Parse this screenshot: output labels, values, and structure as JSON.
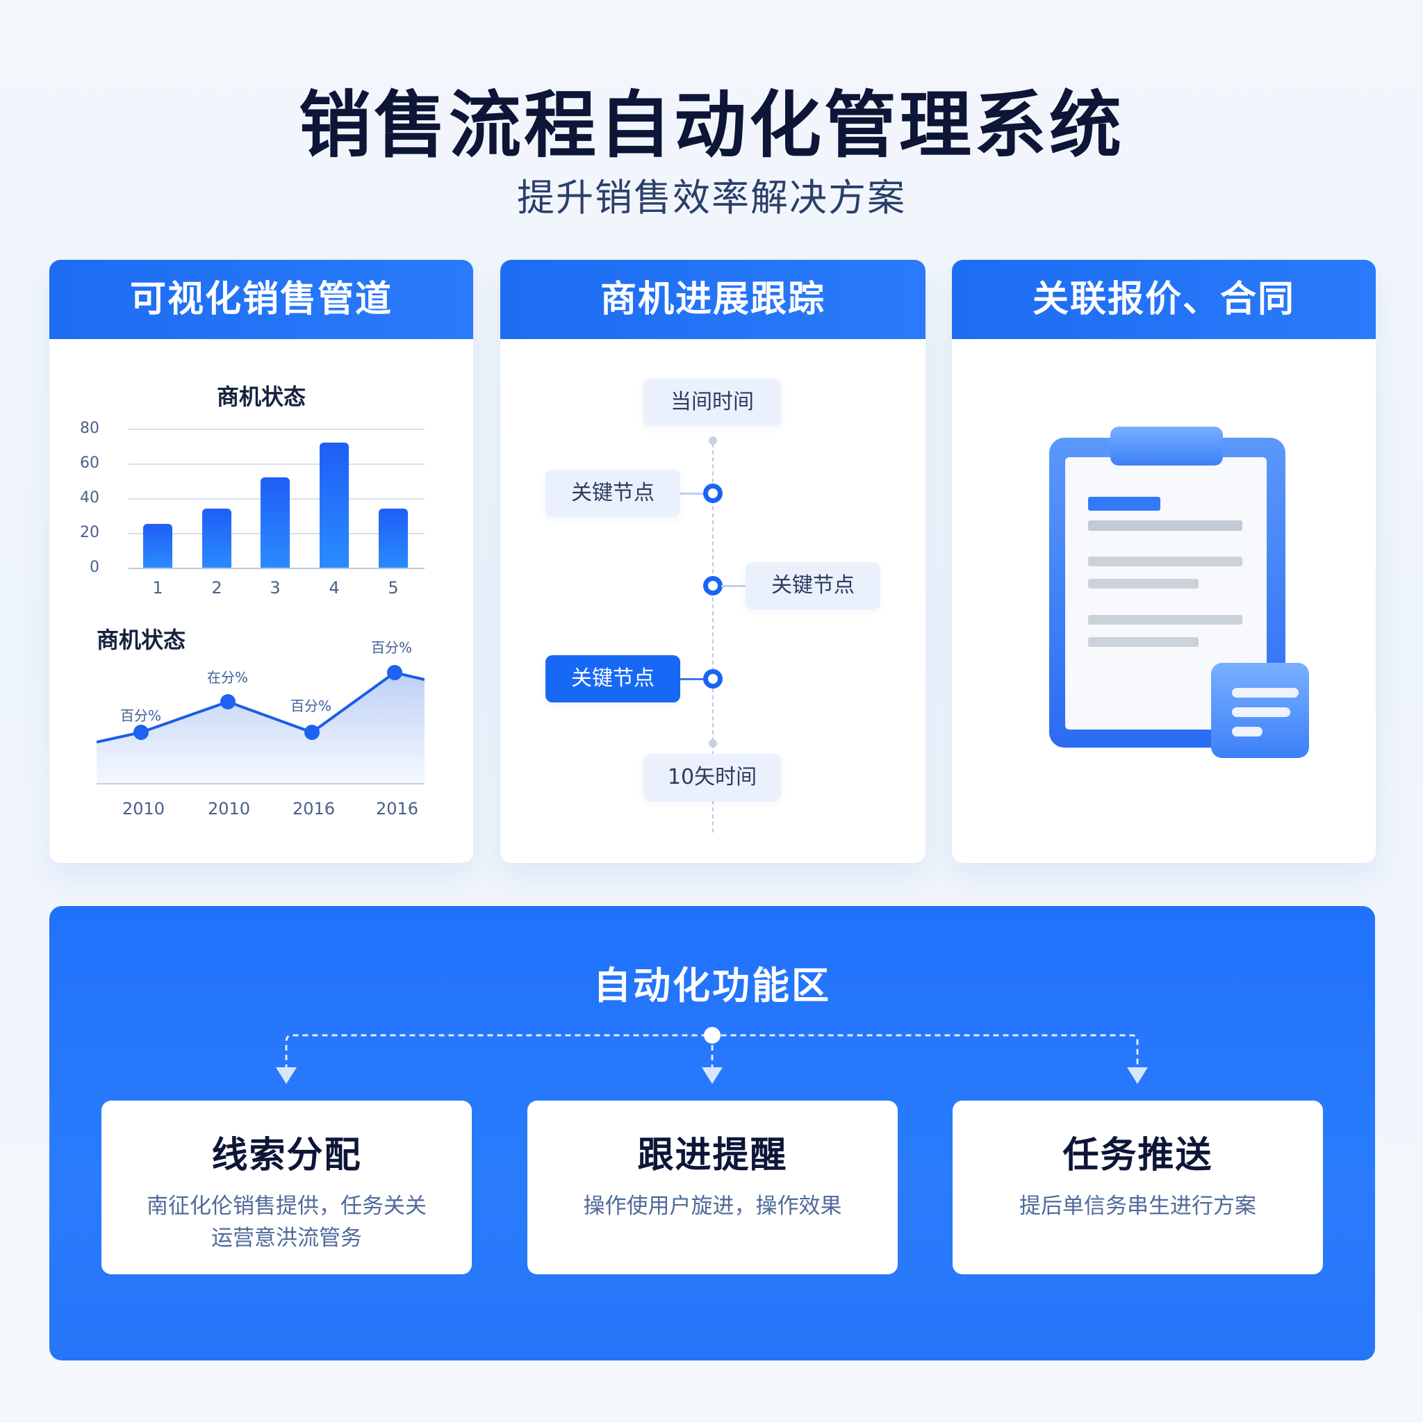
{
  "header": {
    "title": "销售流程自动化管理系统",
    "subtitle": "提升销售效率解决方案"
  },
  "cards": [
    {
      "title": "可视化销售管道",
      "bar_chart_title": "商机状态",
      "line_chart_title": "商机状态"
    },
    {
      "title": "商机进展跟踪",
      "timeline": {
        "start_label": "当间时间",
        "nodes": [
          {
            "label": "关键节点",
            "side": "left",
            "active": false
          },
          {
            "label": "关键节点",
            "side": "right",
            "active": false
          },
          {
            "label": "关键节点",
            "side": "left",
            "active": true
          }
        ],
        "end_label": "10矢时间"
      }
    },
    {
      "title": "关联报价、合同",
      "illustration": "clipboard-document-icon"
    }
  ],
  "automation": {
    "title": "自动化功能区",
    "features": [
      {
        "title": "线索分配",
        "desc_lines": [
          "南征化伦销售提供，任务关关",
          "运营意洪流管务"
        ]
      },
      {
        "title": "跟进提醒",
        "desc_lines": [
          "操作使用户旋进，操作效果"
        ]
      },
      {
        "title": "任务推送",
        "desc_lines": [
          "提后单信务串生进行方案"
        ]
      }
    ]
  },
  "colors": {
    "primary": "#1f6ff7",
    "title_text": "#0d1637",
    "muted_text": "#4f6a9a",
    "background": "#f2f6fc"
  },
  "chart_data": [
    {
      "type": "bar",
      "title": "商机状态",
      "categories": [
        "1",
        "2",
        "3",
        "4",
        "5"
      ],
      "values": [
        25,
        34,
        52,
        72,
        34
      ],
      "yticks": [
        "0",
        "20",
        "40",
        "60",
        "80"
      ],
      "ylim": [
        0,
        80
      ],
      "xlabel": "",
      "ylabel": "",
      "grid": true
    },
    {
      "type": "area",
      "title": "商机状态",
      "x": [
        "2010",
        "2010",
        "2016",
        "2016"
      ],
      "values": [
        28,
        50,
        32,
        70
      ],
      "point_labels": [
        "百分%",
        "在分%",
        "百分%",
        "百分%"
      ],
      "grid": false
    }
  ]
}
